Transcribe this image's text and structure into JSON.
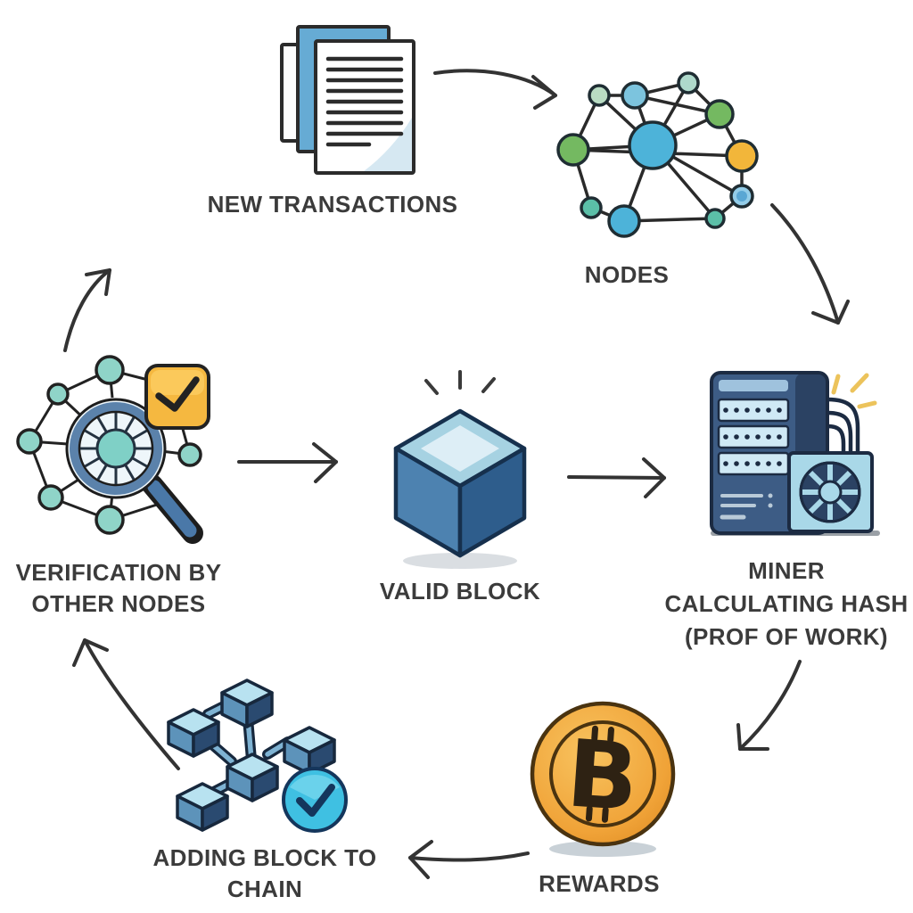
{
  "diagram": {
    "type": "cycle-flow-diagram",
    "topic": "blockchain mining / proof of work cycle",
    "background_color": "#ffffff",
    "text_color": "#3b3b3b",
    "arrow_color": "#333333",
    "steps": [
      {
        "id": "new-transactions",
        "label": "NEW TRANSACTIONS",
        "icon": "documents-icon"
      },
      {
        "id": "nodes",
        "label": "NODES",
        "icon": "network-nodes-icon"
      },
      {
        "id": "miner",
        "label": "MINER CALCULATING HASH (PROF OF WORK)",
        "lines": [
          "MINER",
          "CALCULATING HASH",
          "(PROF OF WORK)"
        ],
        "icon": "mining-server-icon"
      },
      {
        "id": "rewards",
        "label": "REWARDS",
        "icon": "bitcoin-coin-icon"
      },
      {
        "id": "adding-block",
        "label": "ADDING BLOCK TO CHAIN",
        "lines": [
          "ADDING BLOCK TO",
          "CHAIN"
        ],
        "icon": "blockchain-cubes-icon"
      },
      {
        "id": "verification",
        "label": "VERIFICATION BY OTHER NODES",
        "lines": [
          "VERIFICATION BY",
          "OTHER NODES"
        ],
        "icon": "magnifier-network-icon"
      },
      {
        "id": "valid-block",
        "label": "VALID BLOCK",
        "icon": "cube-icon"
      }
    ],
    "flow": [
      {
        "from": "verification",
        "to": "new-transactions"
      },
      {
        "from": "new-transactions",
        "to": "nodes"
      },
      {
        "from": "nodes",
        "to": "miner"
      },
      {
        "from": "verification",
        "to": "valid-block"
      },
      {
        "from": "valid-block",
        "to": "miner"
      },
      {
        "from": "miner",
        "to": "rewards"
      },
      {
        "from": "rewards",
        "to": "adding-block"
      },
      {
        "from": "adding-block",
        "to": "verification"
      }
    ],
    "colors": {
      "outline": "#1e2a38",
      "blue_primary": "#4db3d9",
      "blue_mid": "#4d82b0",
      "blue_dark": "#2e5d8c",
      "blue_light": "#aed6e6",
      "navy": "#3d5c85",
      "green": "#74b961",
      "teal": "#7fd0c6",
      "yellow": "#f5b840",
      "coin_orange": "#f0a338",
      "panel_light_blue": "#cfe9f5"
    }
  }
}
